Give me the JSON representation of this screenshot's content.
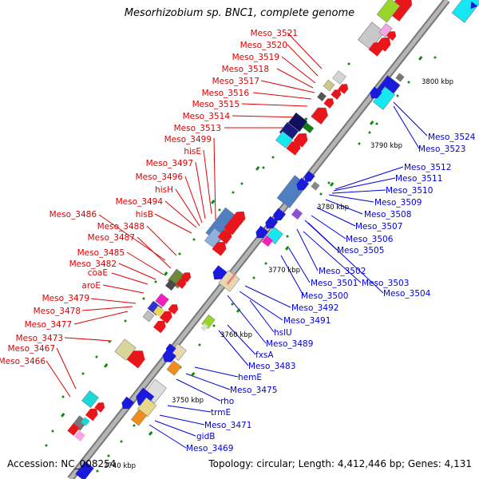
{
  "title": "Mesorhizobium sp. BNC1, complete genome",
  "footer": {
    "accession": "Accession: NC_008254",
    "summary": "Topology: circular; Length: 4,412,446 bp; Genes: 4,131"
  },
  "colors": {
    "forward_label": "#e00000",
    "reverse_label": "#0000dd",
    "backbone": "#8c8c8c",
    "tick": "#118811"
  },
  "scale_labels": [
    "3740 kbp",
    "3750 kbp",
    "3760 kbp",
    "3770 kbp",
    "3780 kbp",
    "3790 kbp",
    "3800 kbp"
  ],
  "forward_genes": [
    "Meso_3521",
    "Meso_3520",
    "Meso_3519",
    "Meso_3518",
    "Meso_3517",
    "Meso_3516",
    "Meso_3515",
    "Meso_3514",
    "Meso_3513",
    "Meso_3499",
    "hisE",
    "Meso_3497",
    "Meso_3496",
    "hisH",
    "Meso_3494",
    "hisB",
    "Meso_3488",
    "Meso_3486",
    "Meso_3487",
    "Meso_3485",
    "coaE",
    "Meso_3482",
    "aroE",
    "Meso_3479",
    "Meso_3478",
    "Meso_3477",
    "Meso_3473",
    "Meso_3467",
    "Meso_3466"
  ],
  "reverse_genes": [
    "Meso_3524",
    "Meso_3523",
    "Meso_3512",
    "Meso_3511",
    "Meso_3510",
    "Meso_3509",
    "Meso_3508",
    "Meso_3507",
    "Meso_3506",
    "Meso_3505",
    "Meso_3502",
    "Meso_3501",
    "Meso_3503",
    "Meso_3504",
    "Meso_3500",
    "Meso_3492",
    "Meso_3491",
    "hslU",
    "Meso_3489",
    "fxsA",
    "Meso_3483",
    "hemE",
    "Meso_3475",
    "rho",
    "trmE",
    "Meso_3471",
    "gidB",
    "Meso_3469"
  ]
}
